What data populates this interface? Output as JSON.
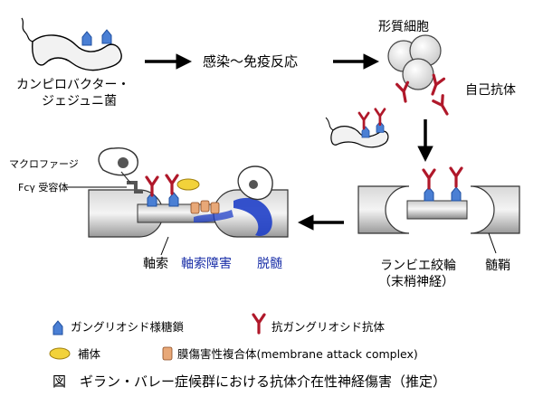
{
  "labels": {
    "bacteria_line1": "カンピロバクター・",
    "bacteria_line2": "ジェジュニ菌",
    "infection": "感染～免疫反応",
    "plasma_cell": "形質細胞",
    "autoantibody": "自己抗体",
    "macrophage": "マクロファージ",
    "fc_receptor": "Fcγ 受容体",
    "axon": "軸索",
    "axon_damage": "軸索障害",
    "demyelination": "脱髄",
    "ranvier_line1": "ランビエ絞輪",
    "ranvier_line2": "（末梢神経）",
    "myelin": "髄鞘"
  },
  "legend": {
    "ganglioside": "ガングリオシド様糖鎖",
    "antibody": "抗ガングリオシド抗体",
    "complement": "補体",
    "mac": "膜傷害性複合体(membrane attack complex)"
  },
  "caption": "図　ギラン・バレー症候群における抗体介在性神経傷害（推定）",
  "colors": {
    "ganglioside": "#4a7fd4",
    "antibody": "#b0182a",
    "complement": "#f2d23a",
    "mac": "#e8a878",
    "demyelination_blue": "#1f3fc8",
    "label_blue": "#1a2fa8"
  }
}
